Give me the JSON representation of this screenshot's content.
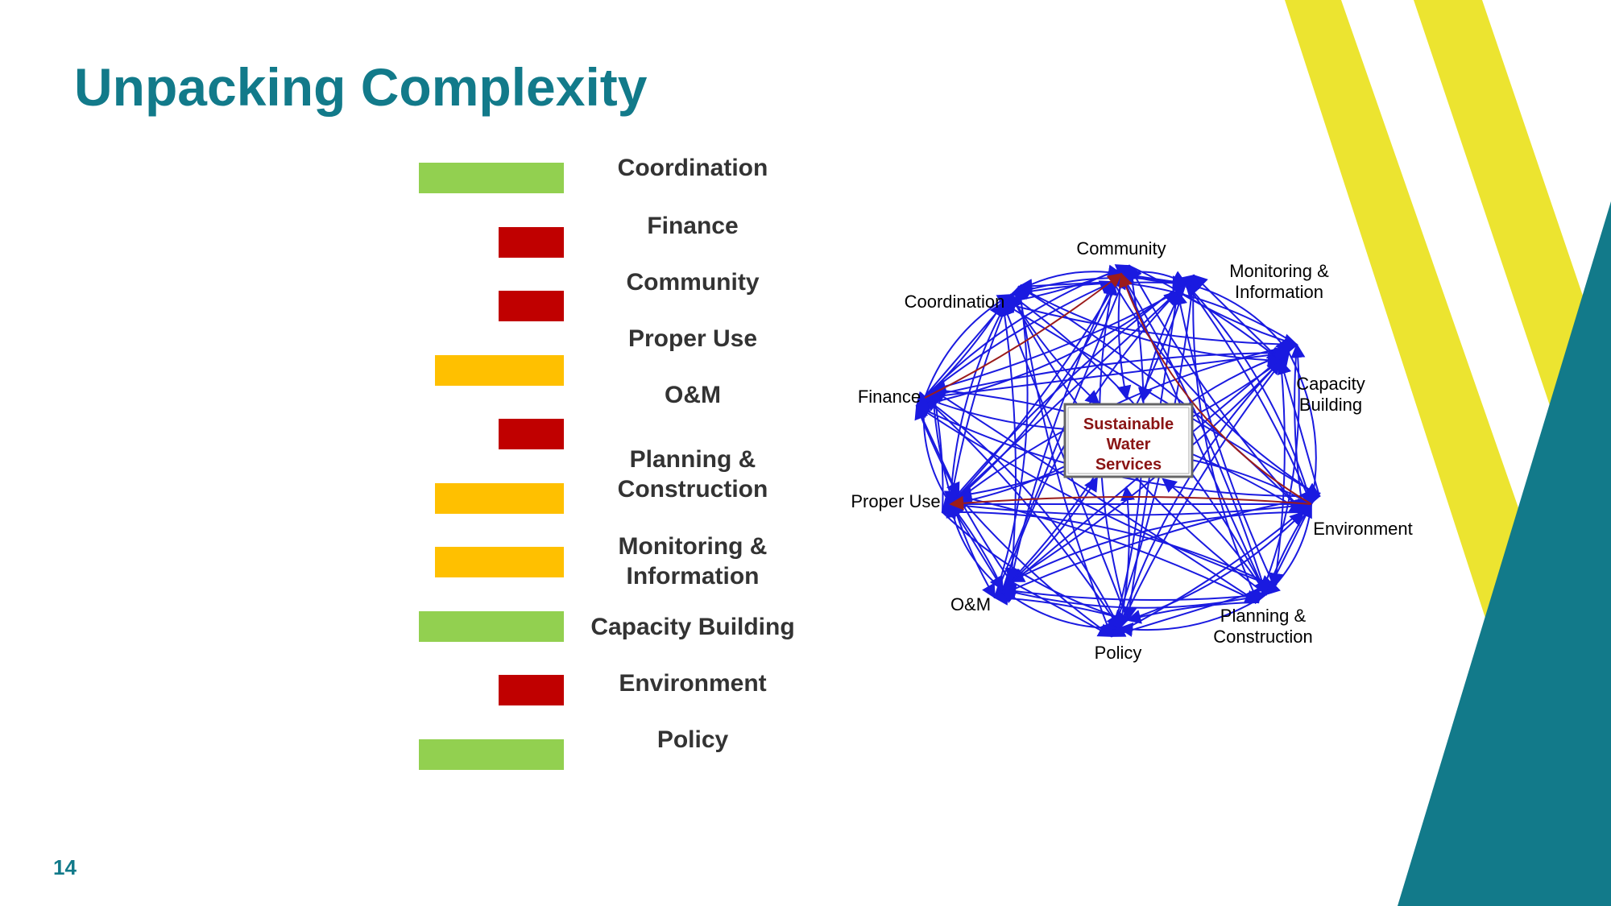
{
  "slide": {
    "title": "Unpacking Complexity",
    "page_number": "14"
  },
  "colors": {
    "title": "#127a8a",
    "green": "#92d050",
    "red": "#c00000",
    "amber": "#ffc000",
    "yellow_stripe": "#ece430",
    "teal_stripe": "#127a8a",
    "link_blue": "#1a1ae0",
    "link_red": "#9b1c1c"
  },
  "factors": [
    {
      "label": "Coordination",
      "status": "green",
      "level": 1.0
    },
    {
      "label": "Finance",
      "status": "red",
      "level": 0.45
    },
    {
      "label": "Community",
      "status": "red",
      "level": 0.45
    },
    {
      "label": "Proper Use",
      "status": "amber",
      "level": 0.89
    },
    {
      "label": "O&M",
      "status": "red",
      "level": 0.45
    },
    {
      "label": "Planning & Construction",
      "status": "amber",
      "level": 0.89
    },
    {
      "label": "Monitoring & Information",
      "status": "amber",
      "level": 0.89
    },
    {
      "label": "Capacity Building",
      "status": "green",
      "level": 1.0
    },
    {
      "label": "Environment",
      "status": "red",
      "level": 0.45
    },
    {
      "label": "Policy",
      "status": "green",
      "level": 1.0
    }
  ],
  "network": {
    "center": {
      "lines": [
        "Sustainable",
        "Water",
        "Services"
      ]
    },
    "nodes": [
      {
        "id": "community",
        "lines": [
          "Community"
        ]
      },
      {
        "id": "monitoring",
        "lines": [
          "Monitoring &",
          "Information"
        ]
      },
      {
        "id": "capacity",
        "lines": [
          "Capacity",
          "Building"
        ]
      },
      {
        "id": "environment",
        "lines": [
          "Environment"
        ]
      },
      {
        "id": "planning",
        "lines": [
          "Planning &",
          "Construction"
        ]
      },
      {
        "id": "policy",
        "lines": [
          "Policy"
        ]
      },
      {
        "id": "om",
        "lines": [
          "O&M"
        ]
      },
      {
        "id": "properuse",
        "lines": [
          "Proper Use"
        ]
      },
      {
        "id": "finance",
        "lines": [
          "Finance"
        ]
      },
      {
        "id": "coordination",
        "lines": [
          "Coordination"
        ]
      }
    ]
  }
}
